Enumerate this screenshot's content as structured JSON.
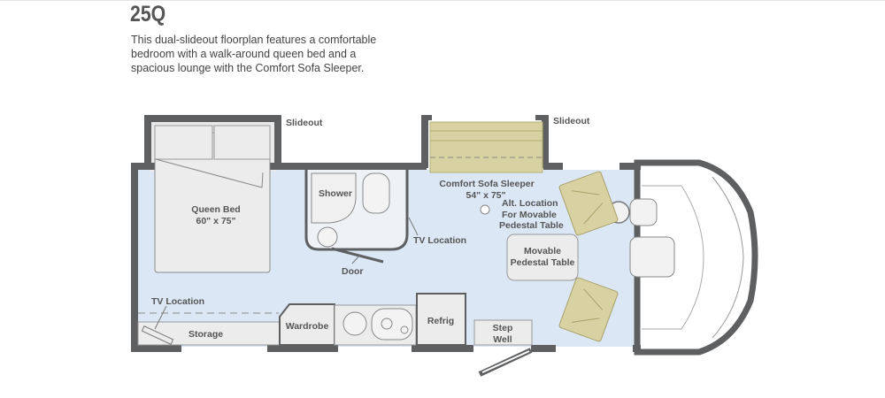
{
  "model": "25Q",
  "description": [
    "This dual-slideout floorplan features a comfortable",
    "bedroom with a walk-around queen bed and a",
    "spacious lounge with the Comfort Sofa Sleeper."
  ],
  "labels": {
    "slideout_rear": "Slideout",
    "slideout_front": "Slideout",
    "queen_bed": "Queen Bed",
    "queen_bed_size": "60\" x 75\"",
    "shower": "Shower",
    "tv_location_bath": "TV Location",
    "door": "Door",
    "sofa": "Comfort Sofa Sleeper",
    "sofa_size": "54\" x 75\"",
    "alt_location": [
      "Alt. Location",
      "For Movable",
      "Pedestal Table"
    ],
    "table": [
      "Movable",
      "Pedestal Table"
    ],
    "tv_location_rear": "TV Location",
    "storage": "Storage",
    "wardrobe": "Wardrobe",
    "refrig": "Refrig",
    "step_well": [
      "Step",
      "Well"
    ]
  },
  "colors": {
    "wall": "#5e5f61",
    "floor": "#dbe7f5",
    "furniture": "#ededed",
    "sofa": "#d8d2a2"
  }
}
